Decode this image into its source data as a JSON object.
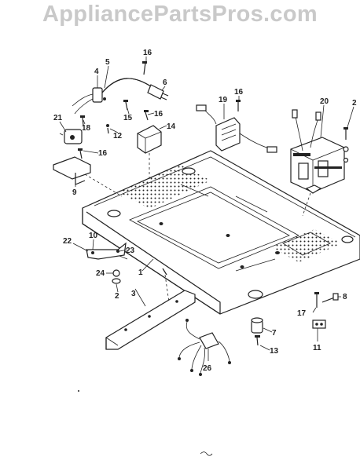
{
  "watermark": "AppliancePartsPros.com",
  "callouts": {
    "c1": "1",
    "c2": "2",
    "c3": "3",
    "c4": "4",
    "c5": "5",
    "c6": "6",
    "c7": "7",
    "c8": "8",
    "c9": "9",
    "c10": "10",
    "c11": "11",
    "c12": "12",
    "c13": "13",
    "c14": "14",
    "c15": "15",
    "c16a": "16",
    "c16b": "16",
    "c16c": "16",
    "c16d": "16",
    "c17": "17",
    "c18": "18",
    "c19": "19",
    "c20": "20",
    "c21": "21",
    "c22": "22",
    "c23": "23",
    "c24": "24",
    "c26": "26",
    "c2b": "2"
  },
  "colors": {
    "ink": "#222222",
    "watermark": "#c9c9c9",
    "background": "#ffffff"
  }
}
